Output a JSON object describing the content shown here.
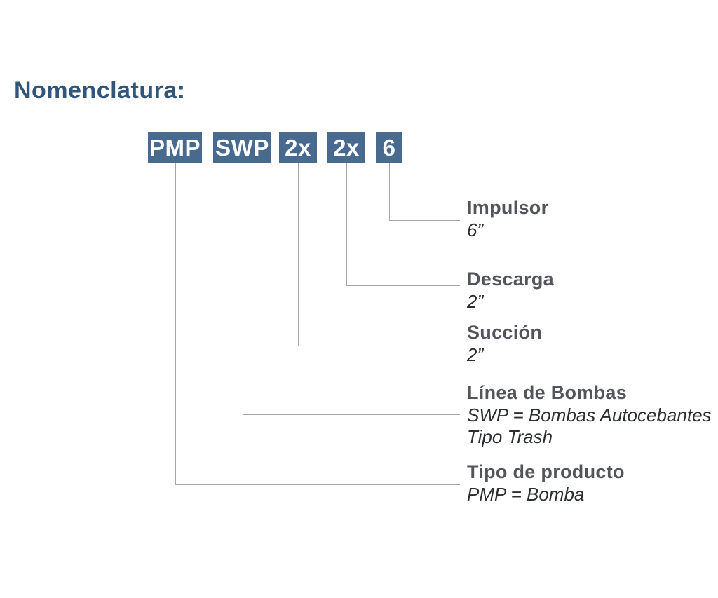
{
  "title": "Nomenclatura:",
  "colors": {
    "box_fill": "#476a8e",
    "box_text": "#ffffff",
    "title": "#30567c",
    "label": "#52565b",
    "value": "#2c2f32",
    "line": "#a3a7ab",
    "background": "#ffffff"
  },
  "code_boxes": [
    {
      "label": "PMP"
    },
    {
      "label": "SWP"
    },
    {
      "label": "2x"
    },
    {
      "label": "2x"
    },
    {
      "label": "6"
    }
  ],
  "annotations": [
    {
      "title": "Impulsor",
      "lines": [
        "6”"
      ]
    },
    {
      "title": "Descarga",
      "lines": [
        "2”"
      ]
    },
    {
      "title": "Succión",
      "lines": [
        "2”"
      ]
    },
    {
      "title": "Línea de Bombas",
      "lines": [
        "SWP = Bombas Autocebantes",
        "Tipo Trash"
      ]
    },
    {
      "title": "Tipo de producto",
      "lines": [
        "PMP = Bomba"
      ]
    }
  ]
}
